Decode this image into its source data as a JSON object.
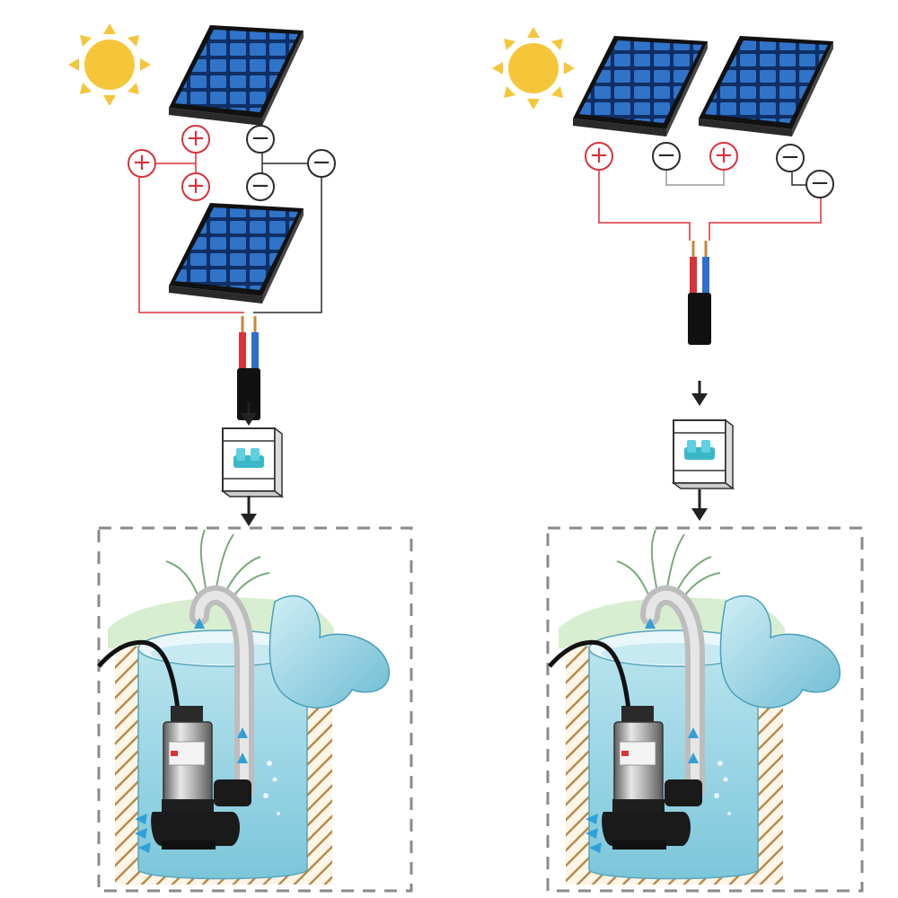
{
  "colors": {
    "positive": "#d8323a",
    "negative": "#2b2b2b",
    "panel": "#1f57a8",
    "panel_cell": "#2f74c9",
    "sun": "#f5c63a",
    "water": "#8fd0e0",
    "pipe": "#c9c9c9",
    "soil_hatch": "#b98a4a",
    "dashed_frame": "#8a8a8a",
    "breaker": "#3bb8c8"
  },
  "diagrams": [
    {
      "id": "parallel",
      "panels": 2,
      "terminals": [
        {
          "symbol": "+",
          "polarity": "positive"
        },
        {
          "symbol": "+",
          "polarity": "positive"
        },
        {
          "symbol": "+",
          "polarity": "positive"
        },
        {
          "symbol": "−",
          "polarity": "negative"
        },
        {
          "symbol": "−",
          "polarity": "negative"
        },
        {
          "symbol": "−",
          "polarity": "negative"
        }
      ]
    },
    {
      "id": "series",
      "panels": 2,
      "terminals": [
        {
          "symbol": "+",
          "polarity": "positive"
        },
        {
          "symbol": "−",
          "polarity": "negative"
        },
        {
          "symbol": "+",
          "polarity": "positive"
        },
        {
          "symbol": "−",
          "polarity": "negative"
        },
        {
          "symbol": "−",
          "polarity": "negative"
        }
      ]
    }
  ],
  "icons": [
    "sun-icon",
    "solar-panel-icon",
    "cable-icon",
    "breaker-icon",
    "arrow-down-icon",
    "submersible-pump-icon",
    "well-icon"
  ]
}
